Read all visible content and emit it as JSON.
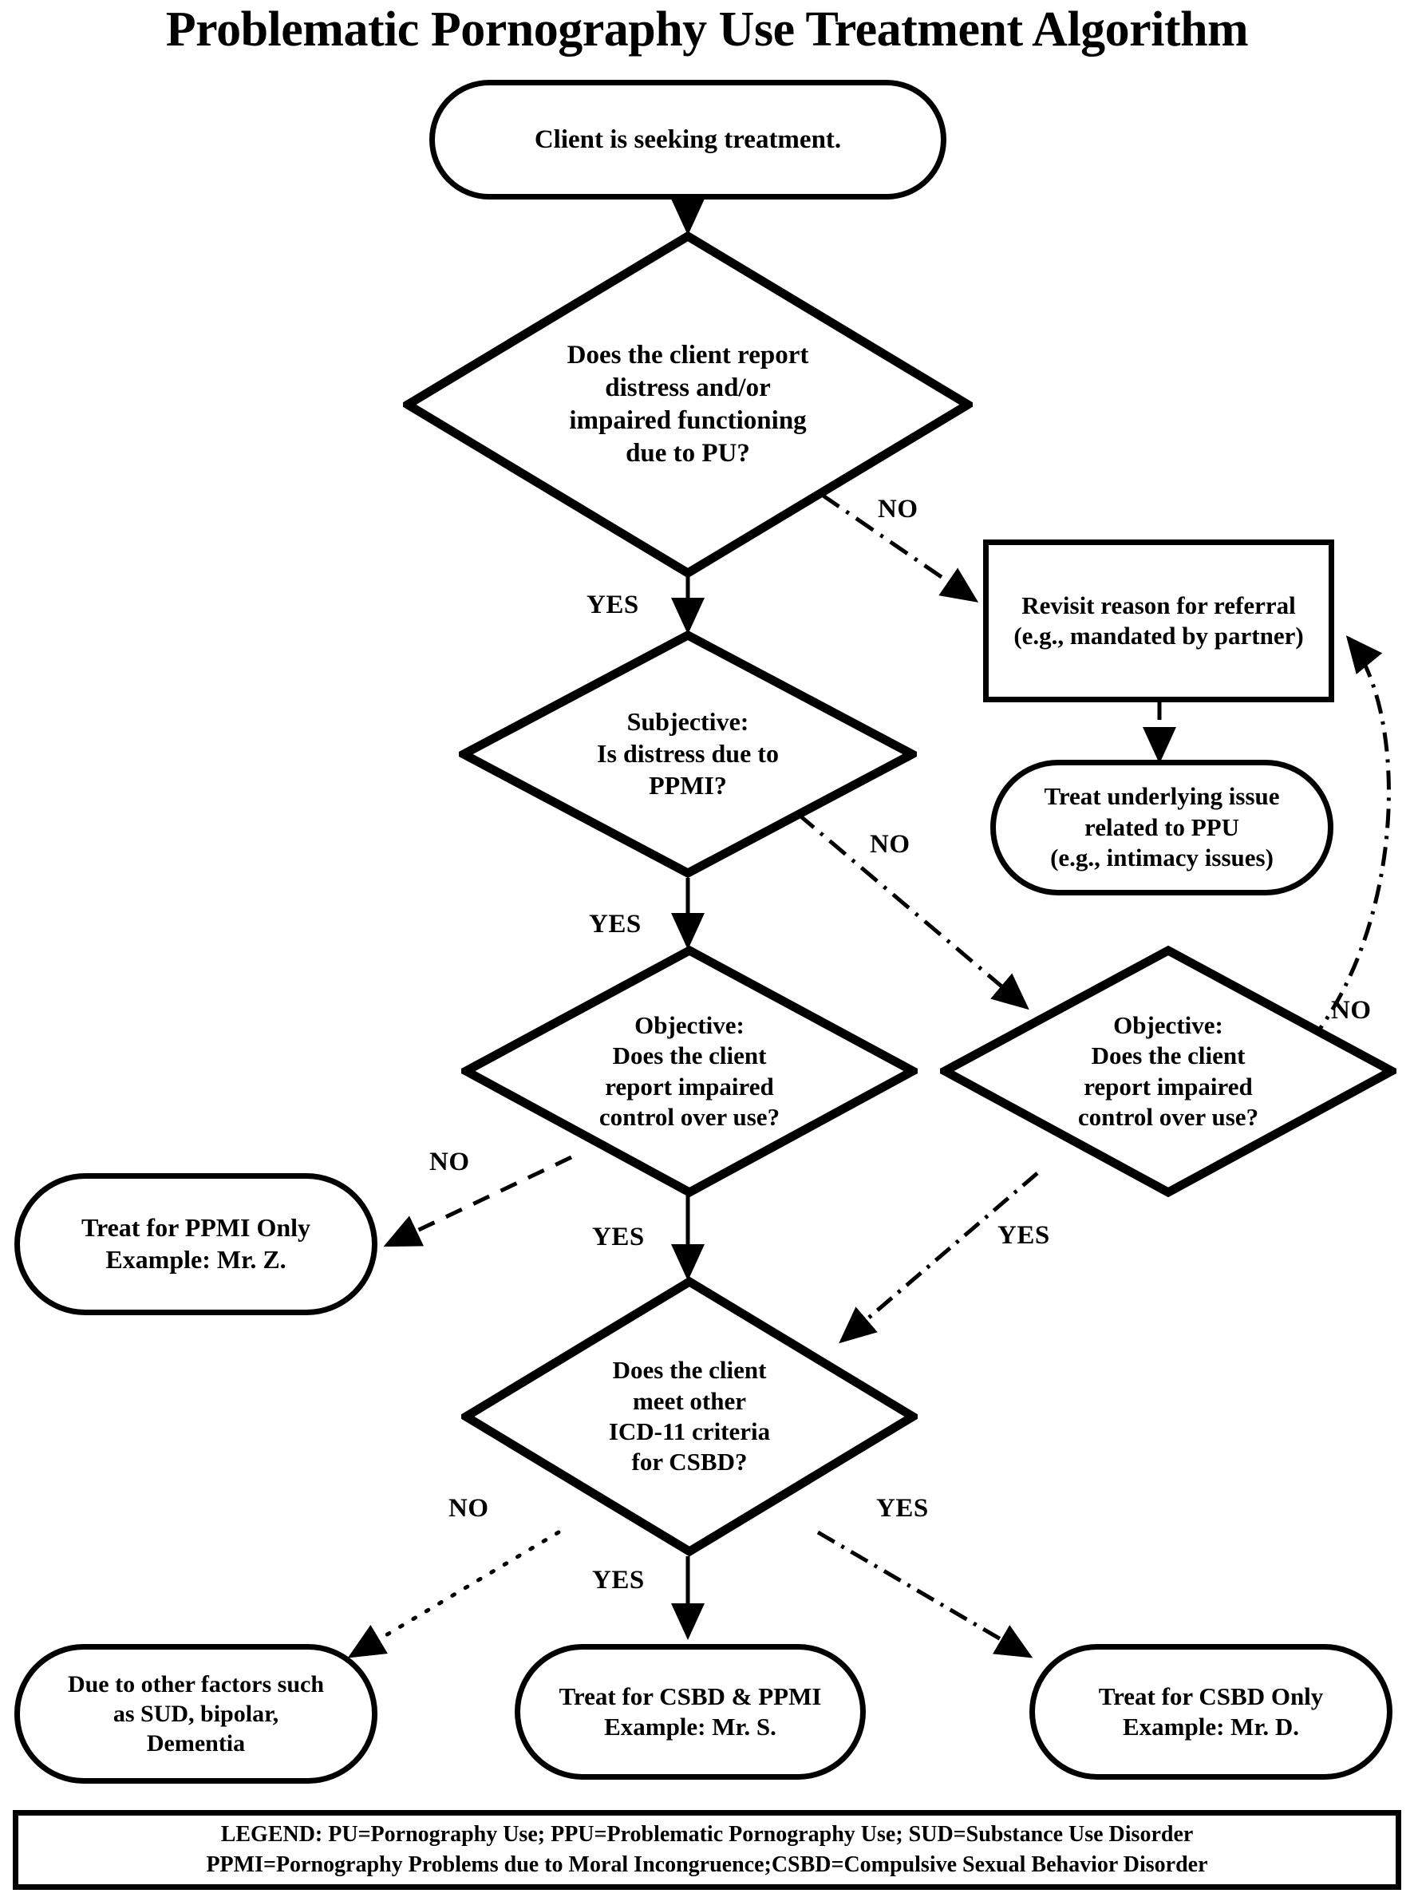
{
  "title": "Problematic Pornography Use Treatment Algorithm",
  "nodes": {
    "start": {
      "label": "Client is seeking treatment."
    },
    "q_distress": {
      "label": "Does the client report\ndistress and/or\nimpaired functioning\ndue to PU?"
    },
    "revisit": {
      "label": "Revisit reason for referral\n(e.g., mandated by partner)"
    },
    "treat_underlying": {
      "label": "Treat underlying issue\nrelated to PPU\n(e.g., intimacy issues)"
    },
    "q_subjective": {
      "label": "Subjective:\nIs distress due to\nPPMI?"
    },
    "q_objective_left": {
      "label": "Objective:\nDoes the client\nreport impaired\ncontrol over use?"
    },
    "q_objective_right": {
      "label": "Objective:\nDoes the client\nreport impaired\ncontrol over use?"
    },
    "treat_ppmi_only": {
      "label": "Treat for PPMI Only\nExample: Mr. Z."
    },
    "q_icd11": {
      "label": "Does the client\nmeet other\nICD-11 criteria\nfor CSBD?"
    },
    "other_factors": {
      "label": "Due to other factors such\nas SUD, bipolar,\nDementia"
    },
    "treat_csbd_ppmi": {
      "label": "Treat for CSBD & PPMI\nExample: Mr. S."
    },
    "treat_csbd_only": {
      "label": "Treat for CSBD Only\nExample: Mr. D."
    }
  },
  "edge_labels": {
    "distress_no": "NO",
    "distress_yes": "YES",
    "subjective_no": "NO",
    "subjective_yes": "YES",
    "obj_left_no": "NO",
    "obj_left_yes": "YES",
    "obj_right_no": "NO",
    "obj_right_yes": "YES",
    "icd_no": "NO",
    "icd_yes_center": "YES",
    "icd_yes_right": "YES"
  },
  "legend": {
    "line1": "LEGEND: PU=Pornography Use; PPU=Problematic Pornography Use; SUD=Substance Use Disorder",
    "line2": "PPMI=Pornography Problems due to Moral Incongruence;CSBD=Compulsive Sexual Behavior Disorder"
  },
  "colors": {
    "stroke": "#000000",
    "background": "#ffffff"
  }
}
